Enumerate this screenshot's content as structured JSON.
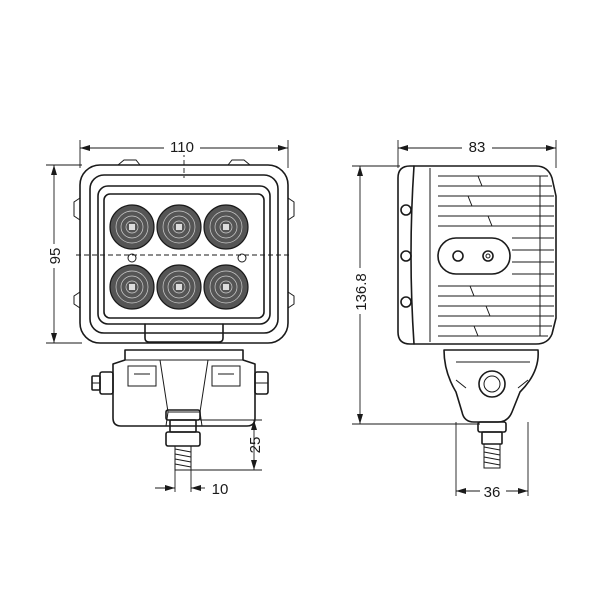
{
  "dimensions": {
    "front_width": "110",
    "front_height": "95",
    "side_depth": "83",
    "side_total_height": "136.8",
    "stud_length": "25",
    "stud_diameter": "10",
    "bracket_width": "36"
  },
  "colors": {
    "line": "#1a1a1a",
    "lens_fill": "#555555",
    "background": "#ffffff"
  },
  "front_view": {
    "led_rows": 2,
    "led_columns": 3
  }
}
